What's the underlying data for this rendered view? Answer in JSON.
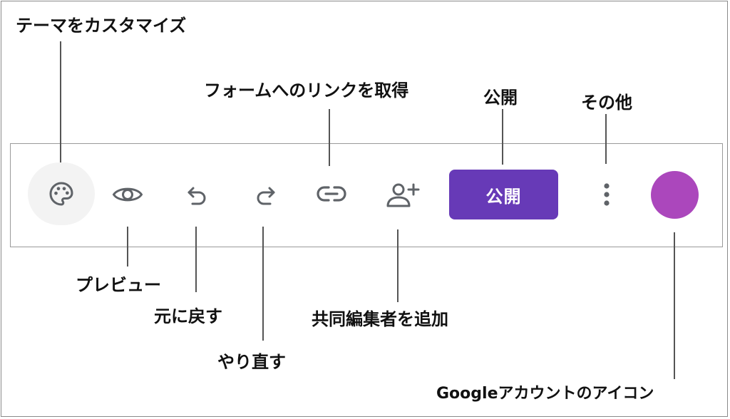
{
  "toolbar": {
    "publish_label": "公開"
  },
  "annotations": {
    "customize_theme": "テーマをカスタマイズ",
    "get_link": "フォームへのリンクを取得",
    "publish": "公開",
    "more": "その他",
    "preview": "プレビュー",
    "undo": "元に戻す",
    "redo": "やり直す",
    "add_collaborators": "共同編集者を追加",
    "google_account_icon": "Googleアカウントのアイコン"
  },
  "colors": {
    "publish_button": "#673ab7",
    "avatar": "#ab47bc",
    "icon": "#5f6368"
  },
  "icons": [
    "palette-icon",
    "eye-icon",
    "undo-icon",
    "redo-icon",
    "link-icon",
    "person-add-icon",
    "more-vert-icon"
  ]
}
